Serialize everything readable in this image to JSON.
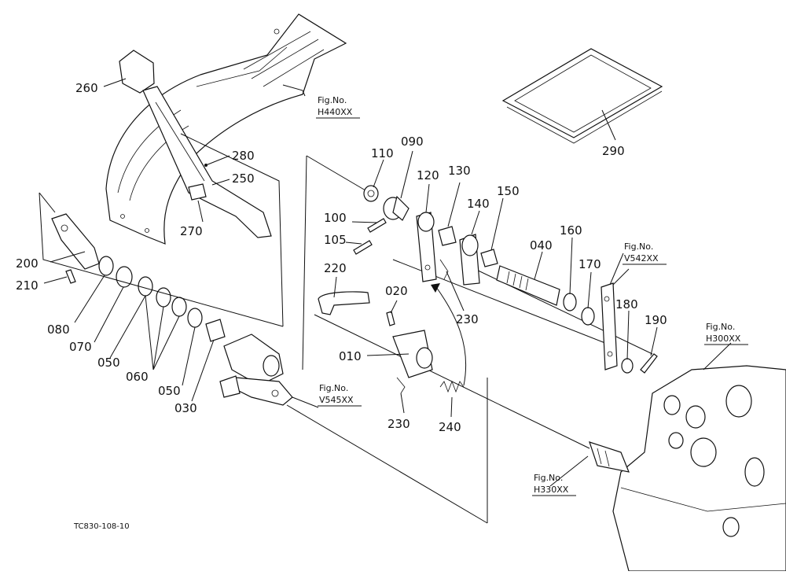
{
  "parts": [
    {
      "id": "p260",
      "label": "260"
    },
    {
      "id": "p280",
      "label": "280"
    },
    {
      "id": "p250",
      "label": "250"
    },
    {
      "id": "p270",
      "label": "270"
    },
    {
      "id": "p200",
      "label": "200"
    },
    {
      "id": "p210",
      "label": "210"
    },
    {
      "id": "p080",
      "label": "080"
    },
    {
      "id": "p070",
      "label": "070"
    },
    {
      "id": "p050a",
      "label": "050"
    },
    {
      "id": "p060",
      "label": "060"
    },
    {
      "id": "p050b",
      "label": "050"
    },
    {
      "id": "p030",
      "label": "030"
    },
    {
      "id": "p110",
      "label": "110"
    },
    {
      "id": "p090",
      "label": "090"
    },
    {
      "id": "p120",
      "label": "120"
    },
    {
      "id": "p130",
      "label": "130"
    },
    {
      "id": "p140",
      "label": "140"
    },
    {
      "id": "p150",
      "label": "150"
    },
    {
      "id": "p100",
      "label": "100"
    },
    {
      "id": "p105",
      "label": "105"
    },
    {
      "id": "p040",
      "label": "040"
    },
    {
      "id": "p160",
      "label": "160"
    },
    {
      "id": "p170",
      "label": "170"
    },
    {
      "id": "p180",
      "label": "180"
    },
    {
      "id": "p190",
      "label": "190"
    },
    {
      "id": "p220",
      "label": "220"
    },
    {
      "id": "p020",
      "label": "020"
    },
    {
      "id": "p230a",
      "label": "230"
    },
    {
      "id": "p010",
      "label": "010"
    },
    {
      "id": "p230b",
      "label": "230"
    },
    {
      "id": "p240",
      "label": "240"
    },
    {
      "id": "p290",
      "label": "290"
    }
  ],
  "figure_refs": [
    {
      "id": "h440",
      "title": "Fig.No.",
      "code": "H440XX"
    },
    {
      "id": "v542",
      "title": "Fig.No.",
      "code": "V542XX"
    },
    {
      "id": "h300",
      "title": "Fig.No.",
      "code": "H300XX"
    },
    {
      "id": "v545",
      "title": "Fig.No.",
      "code": "V545XX"
    },
    {
      "id": "h330",
      "title": "Fig.No.",
      "code": "H330XX"
    }
  ],
  "drawing_code": "TC830-108-10"
}
